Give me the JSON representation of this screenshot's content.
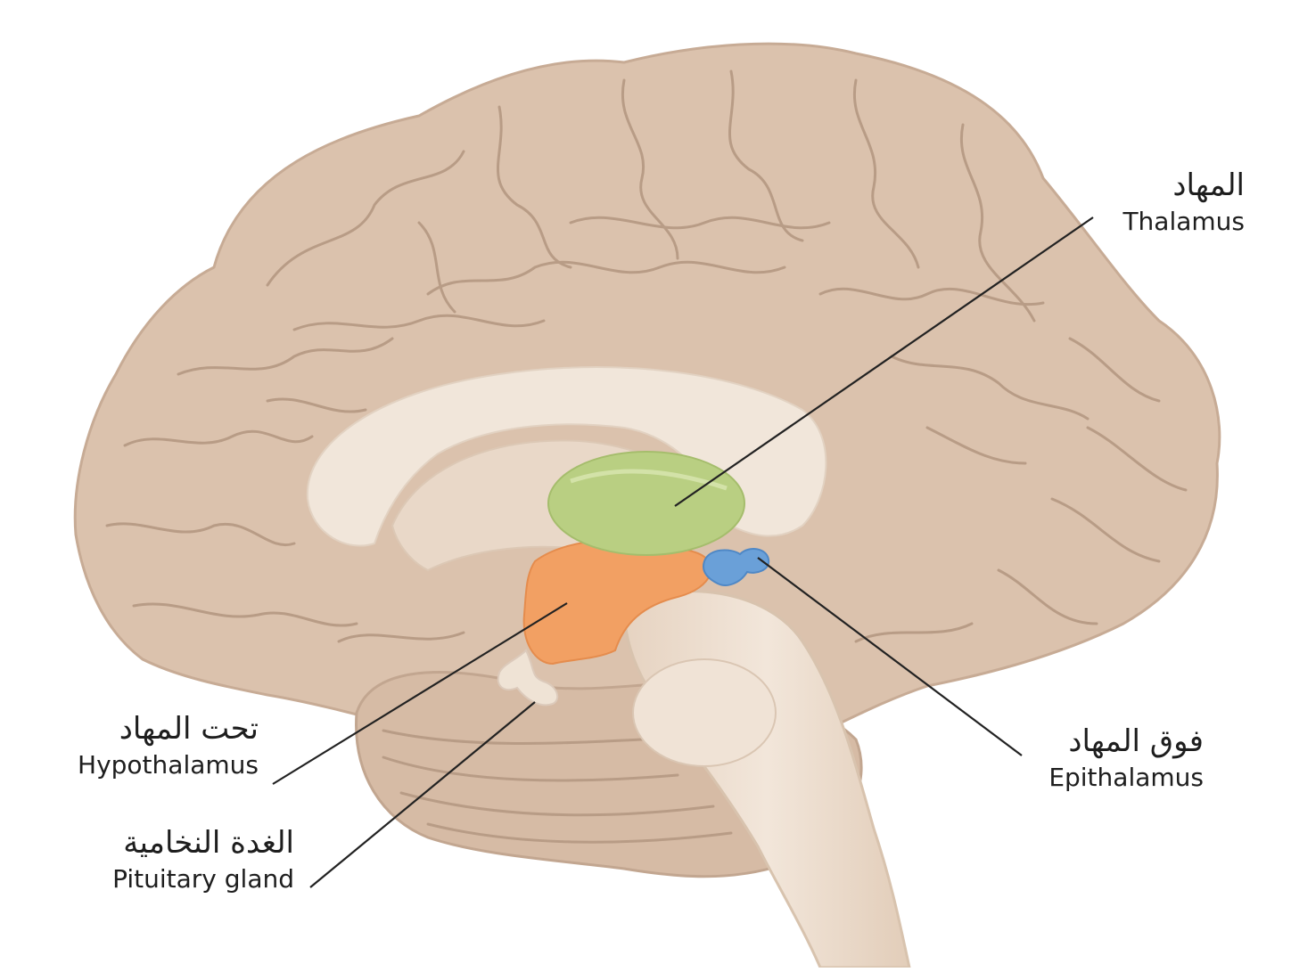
{
  "labels": {
    "thalamus": {
      "ar": "المهاد",
      "en": "Thalamus",
      "color": "#b9cf82"
    },
    "hypothalamus": {
      "ar": "تحت المهاد",
      "en": "Hypothalamus",
      "color": "#f2a063"
    },
    "pituitary": {
      "ar": "الغدة النخامية",
      "en": "Pituitary gland",
      "color": "#efe3d5"
    },
    "epithalamus": {
      "ar": "فوق المهاد",
      "en": "Epithalamus",
      "color": "#6aa0d8"
    }
  },
  "colors": {
    "cortex": "#dbc2ad",
    "sulcus": "#b89c86",
    "corpus_callosum": "#f1e6da",
    "brainstem": "#ead9c8",
    "leader_line": "#222222"
  }
}
